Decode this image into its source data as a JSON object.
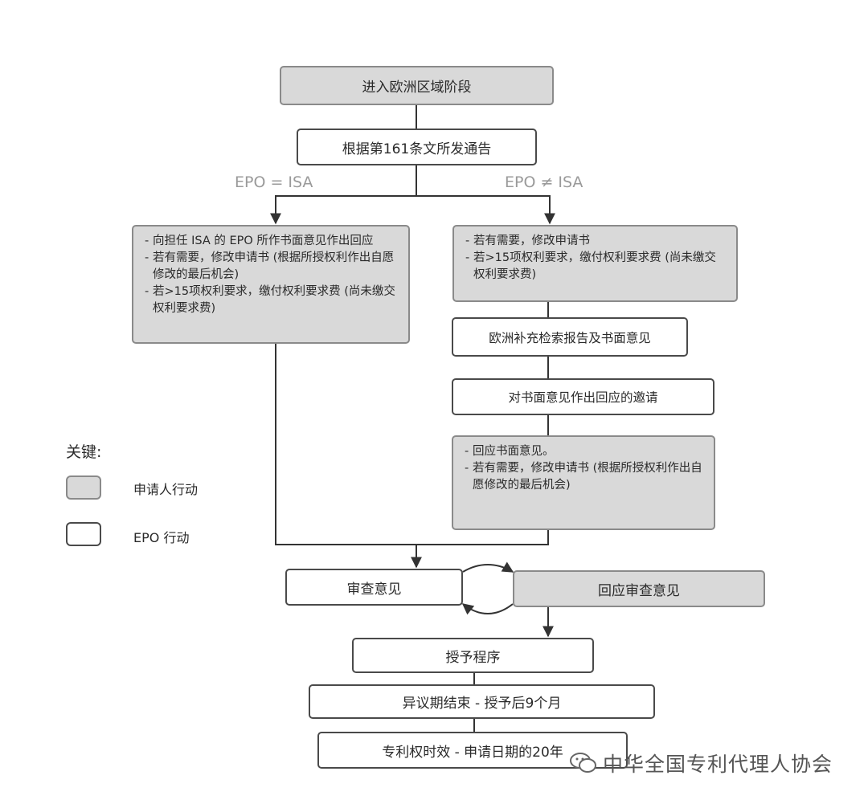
{
  "nodes": {
    "enter": "进入欧洲区域阶段",
    "notice": "根据第161条文所发通告",
    "supp_search": "欧洲补充检索报告及书面意见",
    "invitation": "对书面意见作出回应的邀请",
    "exam_opinion": "审查意见",
    "reply_exam": "回应审查意见",
    "grant": "授予程序",
    "opposition": "异议期结束 - 授予后9个月",
    "term": "专利权时效 - 申请日期的20年"
  },
  "branches": {
    "left": "EPO = ISA",
    "right": "EPO ≠ ISA"
  },
  "lists": {
    "left": [
      "向担任 ISA 的 EPO 所作书面意见作出回应",
      "若有需要，修改申请书 (根据所授权利作出自愿修改的最后机会)",
      "若>15项权利要求，缴付权利要求费 (尚未缴交权利要求费)"
    ],
    "right_top": [
      "若有需要，修改申请书",
      "若>15项权利要求，缴付权利要求费 (尚未缴交权利要求费)"
    ],
    "right_bottom": [
      "回应书面意见。",
      "若有需要，修改申请书 (根据所授权利作出自愿修改的最后机会)"
    ]
  },
  "legend": {
    "title": "关键:",
    "applicant": "申请人行动",
    "epo": "EPO 行动"
  },
  "watermark": "中华全国专利代理人协会",
  "colors": {
    "applicant_fill": "#d9d9d9",
    "line": "#333333",
    "branch_text": "#9a9a9a"
  }
}
